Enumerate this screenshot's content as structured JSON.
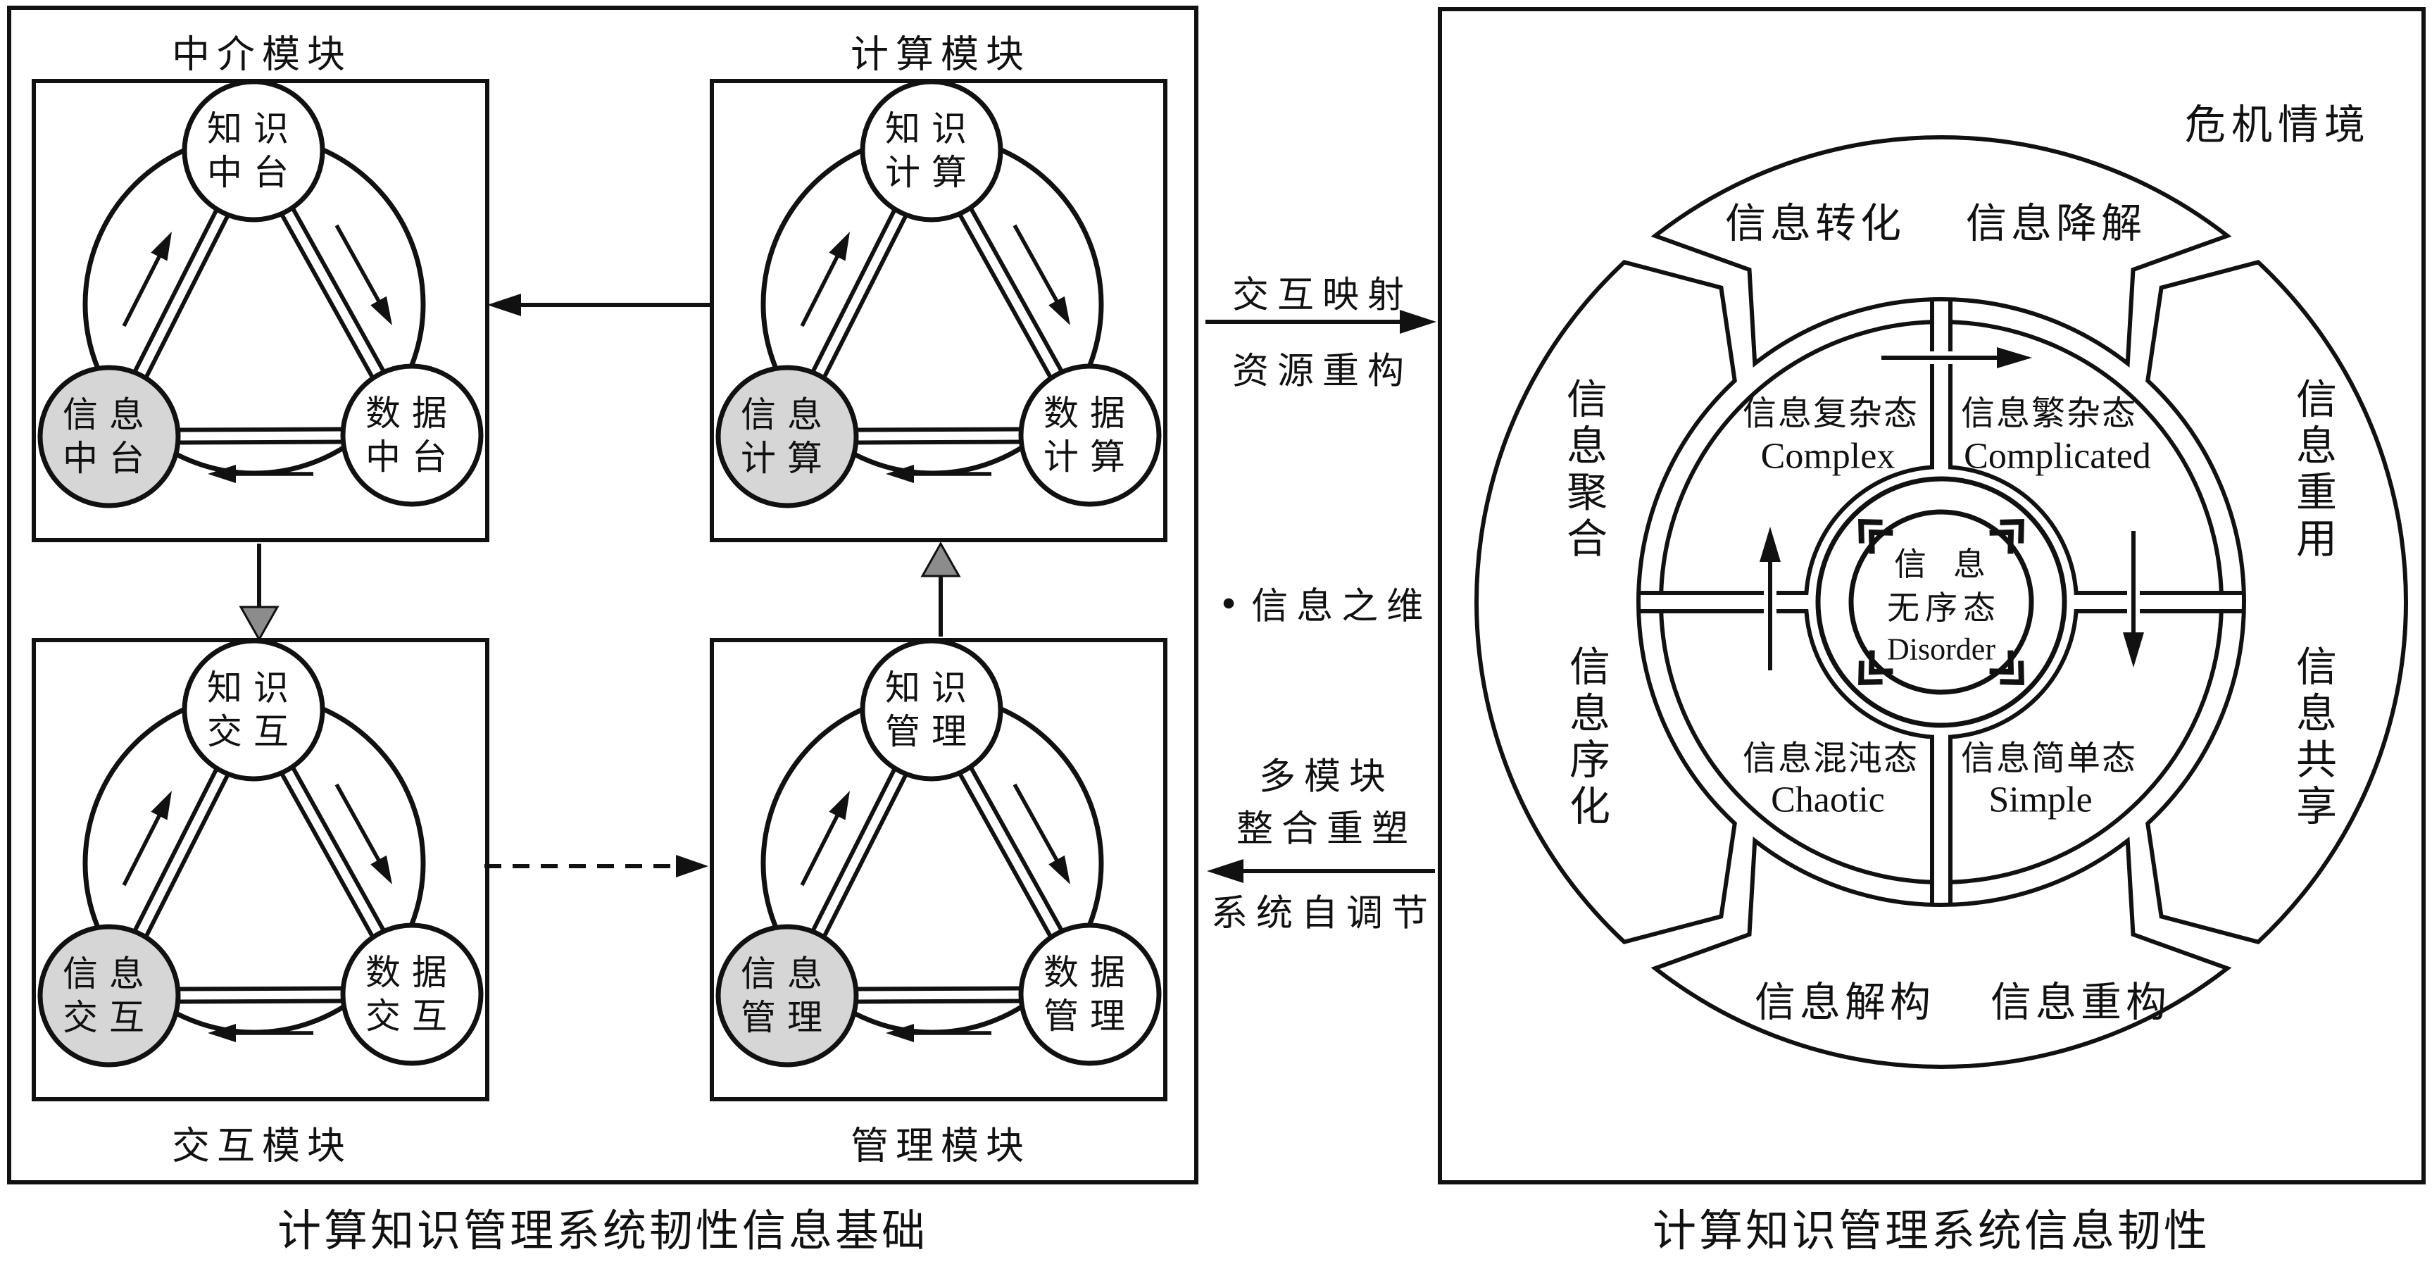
{
  "colors": {
    "line": "#111111",
    "node_fill_gray": "#d6d6d6",
    "node_fill_white": "#ffffff",
    "connector_arrow_gray": "#8c8c8c",
    "background": "#ffffff"
  },
  "left": {
    "caption": "计算知识管理系统韧性信息基础",
    "modules": [
      {
        "label": "中介模块",
        "nodes": [
          {
            "line1": "知识",
            "line2": "中台",
            "gray": false
          },
          {
            "line1": "信息",
            "line2": "中台",
            "gray": true
          },
          {
            "line1": "数据",
            "line2": "中台",
            "gray": false
          }
        ]
      },
      {
        "label": "计算模块",
        "nodes": [
          {
            "line1": "知识",
            "line2": "计算",
            "gray": false
          },
          {
            "line1": "信息",
            "line2": "计算",
            "gray": true
          },
          {
            "line1": "数据",
            "line2": "计算",
            "gray": false
          }
        ]
      },
      {
        "label": "交互模块",
        "nodes": [
          {
            "line1": "知识",
            "line2": "交互",
            "gray": false
          },
          {
            "line1": "信息",
            "line2": "交互",
            "gray": true
          },
          {
            "line1": "数据",
            "line2": "交互",
            "gray": false
          }
        ]
      },
      {
        "label": "管理模块",
        "nodes": [
          {
            "line1": "知识",
            "line2": "管理",
            "gray": false
          },
          {
            "line1": "信息",
            "line2": "管理",
            "gray": true
          },
          {
            "line1": "数据",
            "line2": "管理",
            "gray": false
          }
        ]
      }
    ]
  },
  "middle": {
    "top_label": "交互映射",
    "top_sublabel": "资源重构",
    "bullet": "●",
    "dimension_label": "信息之维",
    "bottom_label1": "多模块",
    "bottom_label2": "整合重塑",
    "bottom_sublabel": "系统自调节"
  },
  "right": {
    "corner_label": "危机情境",
    "caption": "计算知识管理系统信息韧性",
    "ring": {
      "top_left": "信息转化",
      "top_right": "信息降解",
      "right_top": "信息重用",
      "right_bottom": "信息共享",
      "bottom_left": "信息解构",
      "bottom_right": "信息重构",
      "left_top": "信息聚合",
      "left_bottom": "信息序化"
    },
    "quadrants": [
      {
        "zh": "信息复杂态",
        "en": "Complex"
      },
      {
        "zh": "信息繁杂态",
        "en": "Complicated"
      },
      {
        "zh": "信息混沌态",
        "en": "Chaotic"
      },
      {
        "zh": "信息简单态",
        "en": "Simple"
      }
    ],
    "center": {
      "zh1": "信息",
      "zh2": "无序态",
      "en": "Disorder"
    }
  }
}
